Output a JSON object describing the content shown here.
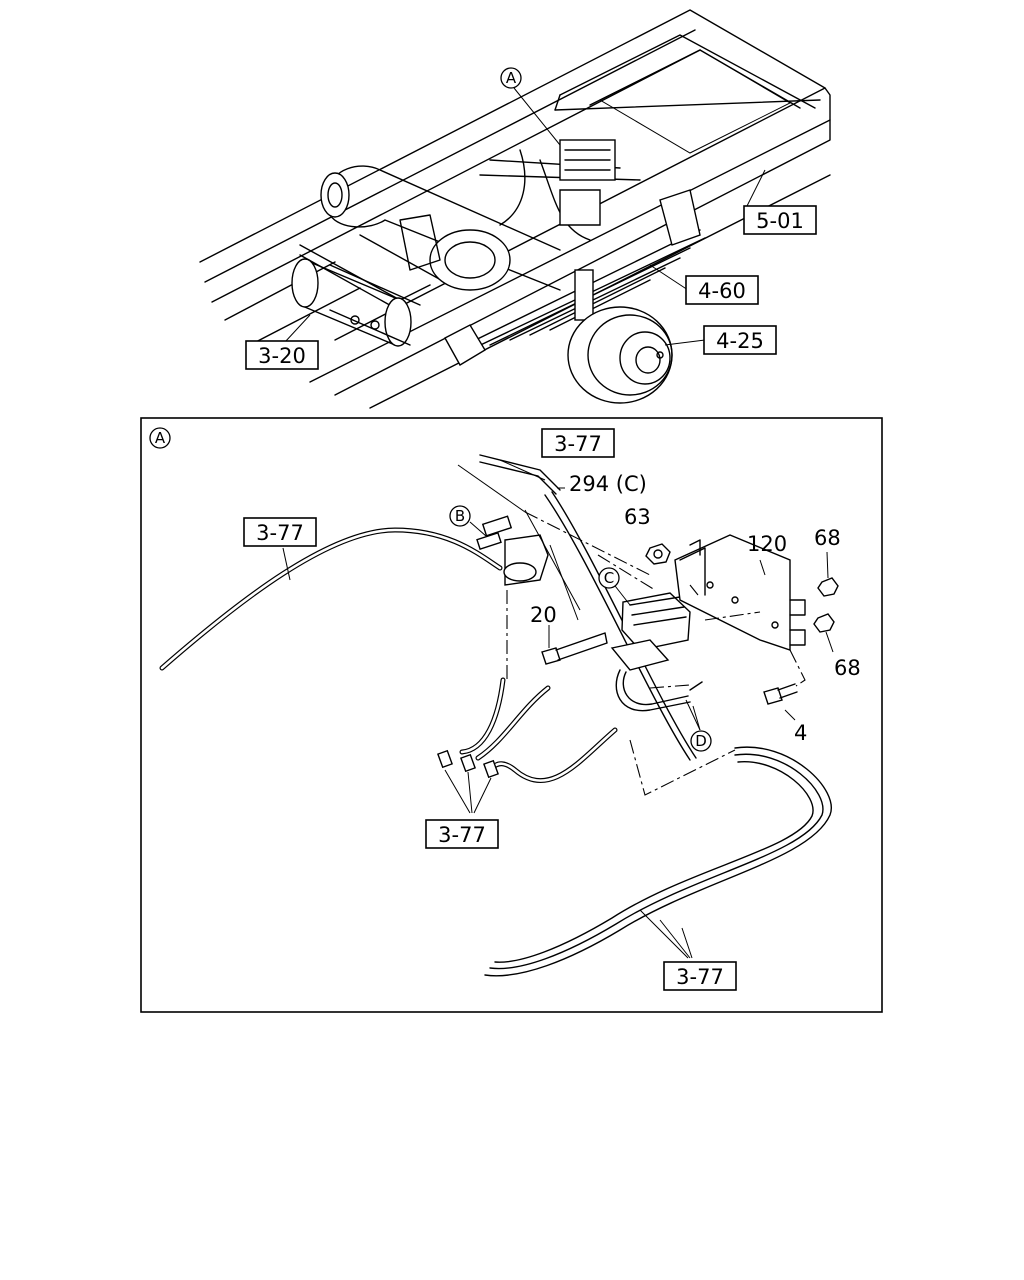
{
  "top_view": {
    "callout": "A",
    "labels": {
      "frame": "5-01",
      "leaf_spring": "4-60",
      "axle_hub": "4-25",
      "tank": "3-20"
    }
  },
  "detail": {
    "callout": "A",
    "sub_callouts": {
      "b": "B",
      "c": "C",
      "d": "D"
    },
    "boxed_labels": {
      "pipe_top": "3-77",
      "pipe_left": "3-77",
      "hoses_bottom_left": "3-77",
      "pipe_bottom_right": "3-77"
    },
    "part_numbers": {
      "hose_c": "294 (C)",
      "nut_63": "63",
      "bracket": "120",
      "nut_68_top": "68",
      "nut_68_bottom": "68",
      "bolt_20": "20",
      "bolt_4": "4"
    }
  }
}
